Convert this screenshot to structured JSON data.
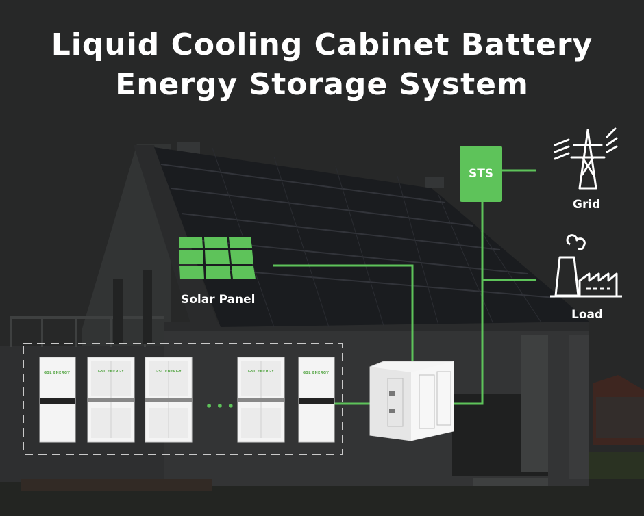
{
  "title": {
    "line1": "Liquid Cooling Cabinet Battery",
    "line2": "Energy Storage System"
  },
  "nodes": {
    "solar": "Solar Panel",
    "sts": "STS",
    "grid": "Grid",
    "load": "Load"
  },
  "battery": {
    "brand": "GSL ENERGY",
    "ellipsis": "• • •"
  },
  "colors": {
    "accent": "#5ec35a",
    "background": "#2a2b2b",
    "text": "#ffffff"
  },
  "icons": [
    "solar-panel-icon",
    "transmission-tower-icon",
    "factory-icon",
    "sts-switch-box"
  ]
}
